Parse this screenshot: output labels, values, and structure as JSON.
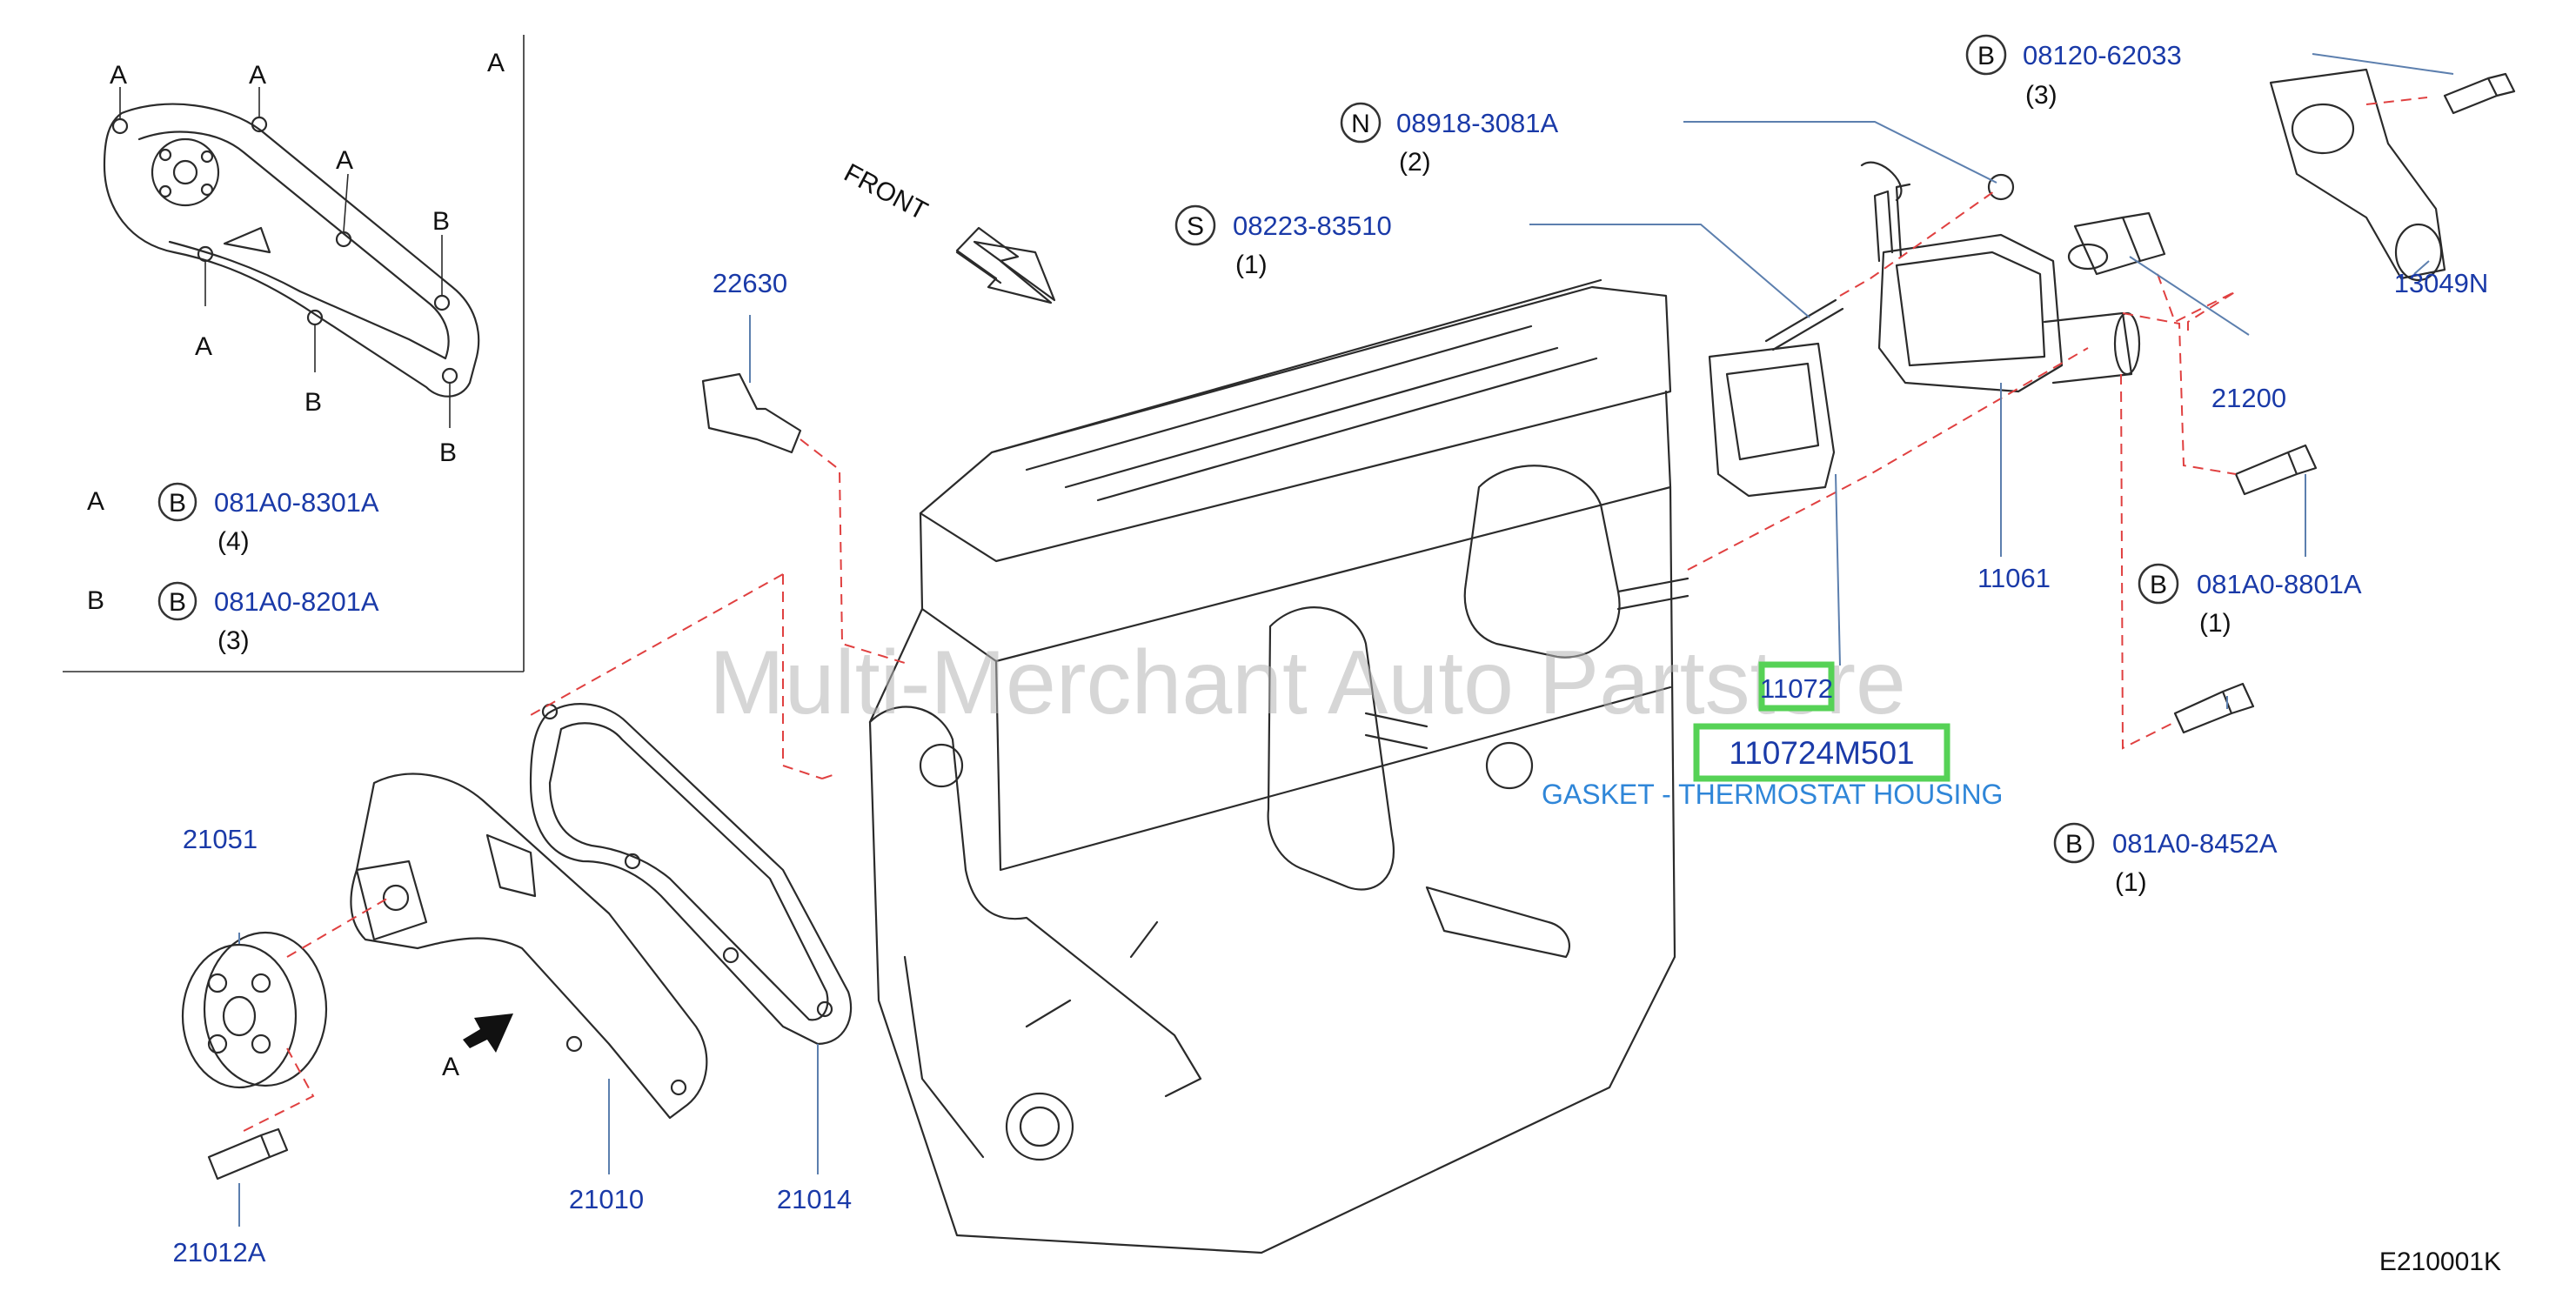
{
  "watermark": "Multi-Merchant Auto Partstore",
  "diagram_code": "E210001K",
  "front_label": "FRONT",
  "inset": {
    "corner_label": "A",
    "point_labels": [
      "A",
      "A",
      "A",
      "A",
      "B",
      "B",
      "B"
    ],
    "legend": [
      {
        "key": "A",
        "symbol": "B",
        "part": "081A0-8301A",
        "qty": "(4)"
      },
      {
        "key": "B",
        "symbol": "B",
        "part": "081A0-8201A",
        "qty": "(3)"
      }
    ]
  },
  "callouts": [
    {
      "id": "bolt-top",
      "symbol": "B",
      "part": "08120-62033",
      "qty": "(3)"
    },
    {
      "id": "nut",
      "symbol": "N",
      "part": "08918-3081A",
      "qty": "(2)"
    },
    {
      "id": "stud",
      "symbol": "S",
      "part": "08223-83510",
      "qty": "(1)"
    },
    {
      "id": "bolt-right-upper",
      "symbol": "B",
      "part": "081A0-8801A",
      "qty": "(1)"
    },
    {
      "id": "bolt-right-lower",
      "symbol": "B",
      "part": "081A0-8452A",
      "qty": "(1)"
    }
  ],
  "parts": {
    "sensor": "22630",
    "outlet": "13049N",
    "thermostat": "21200",
    "housing": "11061",
    "pulley": "21051",
    "bolt": "21012A",
    "pump": "21010",
    "pump_gasket": "21014"
  },
  "arrow_a_label": "A",
  "highlight": {
    "part": "11072",
    "oem_number": "110724M501",
    "description": "GASKET - THERMOSTAT HOUSING",
    "color": "#56d256"
  },
  "colors": {
    "part_number": "#1a3aa8",
    "description": "#2f86d8",
    "leader": "#5c7fae",
    "dash": "#e04040"
  }
}
